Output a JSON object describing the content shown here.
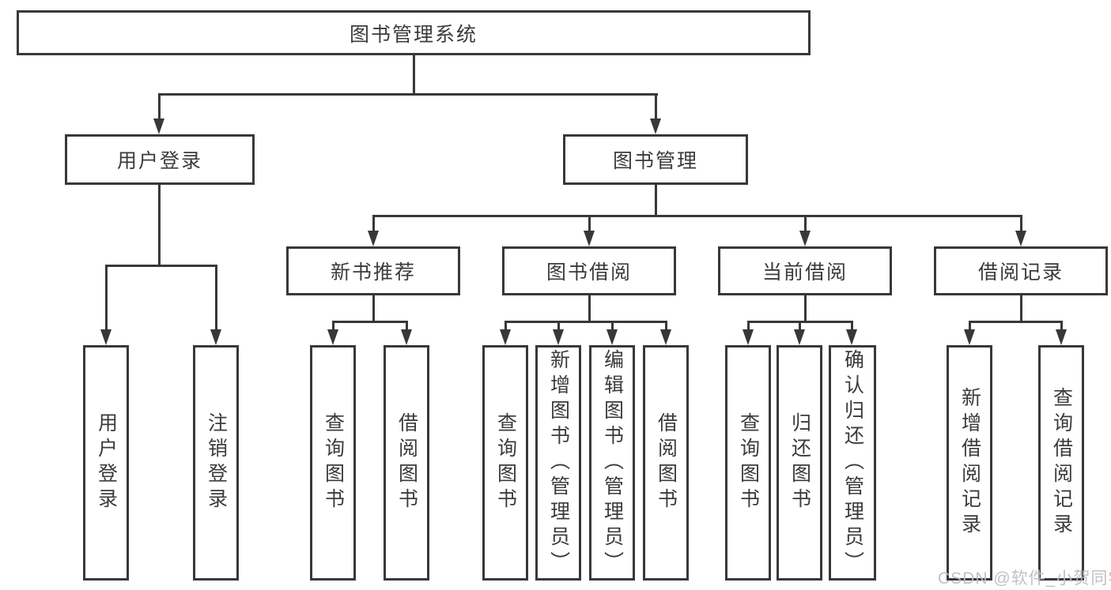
{
  "tree": {
    "root": {
      "label": "图书管理系统",
      "children": [
        {
          "label": "用户登录",
          "children": [
            {
              "label": "用户登录"
            },
            {
              "label": "注销登录"
            }
          ]
        },
        {
          "label": "图书管理",
          "children": [
            {
              "label": "新书推荐",
              "children": [
                {
                  "label": "查询图书"
                },
                {
                  "label": "借阅图书"
                }
              ]
            },
            {
              "label": "图书借阅",
              "children": [
                {
                  "label": "查询图书"
                },
                {
                  "label": "新增图书（管理员）"
                },
                {
                  "label": "编辑图书（管理员）"
                },
                {
                  "label": "借阅图书"
                }
              ]
            },
            {
              "label": "当前借阅",
              "children": [
                {
                  "label": "查询图书"
                },
                {
                  "label": "归还图书"
                },
                {
                  "label": "确认归还（管理员）"
                }
              ]
            },
            {
              "label": "借阅记录",
              "children": [
                {
                  "label": "新增借阅记录"
                },
                {
                  "label": "查询借阅记录"
                }
              ]
            }
          ]
        }
      ]
    }
  },
  "watermark": {
    "text": "CSDN @软件_小贺同学"
  },
  "colors": {
    "line": "#383838",
    "text": "#3b3b3b",
    "background": "#ffffff",
    "watermark": "#bebebe"
  }
}
